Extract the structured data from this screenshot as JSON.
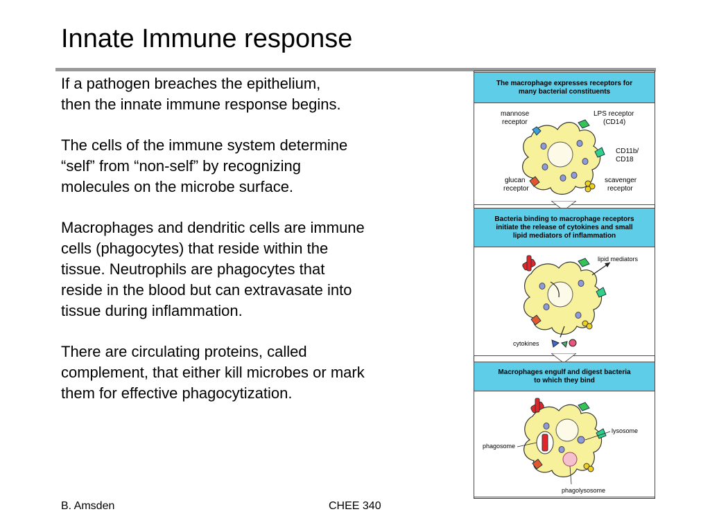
{
  "slide": {
    "title": "Innate Immune response",
    "paragraphs": [
      [
        "If a pathogen breaches the epithelium,",
        "then the innate immune response begins."
      ],
      [
        "The cells of the immune system determine",
        "“self” from “non-self” by recognizing",
        "molecules on the microbe surface."
      ],
      [
        "Macrophages and dendritic cells are immune",
        "cells (phagocytes) that reside within the",
        "tissue.  Neutrophils are phagocytes that",
        "reside in the blood but can extravasate into",
        "tissue during inflammation."
      ],
      [
        "There are circulating proteins, called",
        "complement, that either kill microbes or mark",
        "them for effective phagocytization."
      ]
    ],
    "footer_left": "B. Amsden",
    "footer_center": "CHEE 340"
  },
  "figure": {
    "header_color": "#5dcde8",
    "cell_color": "#f6f19a",
    "panel1": {
      "header_line1": "The macrophage expresses receptors for",
      "header_line2": "many bacterial constituents",
      "label_mannose_1": "mannose",
      "label_mannose_2": "receptor",
      "label_lps_1": "LPS receptor",
      "label_lps_2": "(CD14)",
      "label_cd11b_1": "CD11b/",
      "label_cd11b_2": "CD18",
      "label_glucan_1": "glucan",
      "label_glucan_2": "receptor",
      "label_scavenger_1": "scavenger",
      "label_scavenger_2": "receptor"
    },
    "panel2": {
      "header_line1": "Bacteria binding to macrophage receptors",
      "header_line2": "initiate the release of cytokines and small",
      "header_line3": "lipid mediators of inflammation",
      "label_lipid": "lipid mediators",
      "label_cytokines": "cytokines"
    },
    "panel3": {
      "header_line1": "Macrophages engulf and digest bacteria",
      "header_line2": "to which they bind",
      "label_lysosome": "lysosome",
      "label_phagosome": "phagosome",
      "label_phagolysosome": "phagolysosome"
    }
  }
}
